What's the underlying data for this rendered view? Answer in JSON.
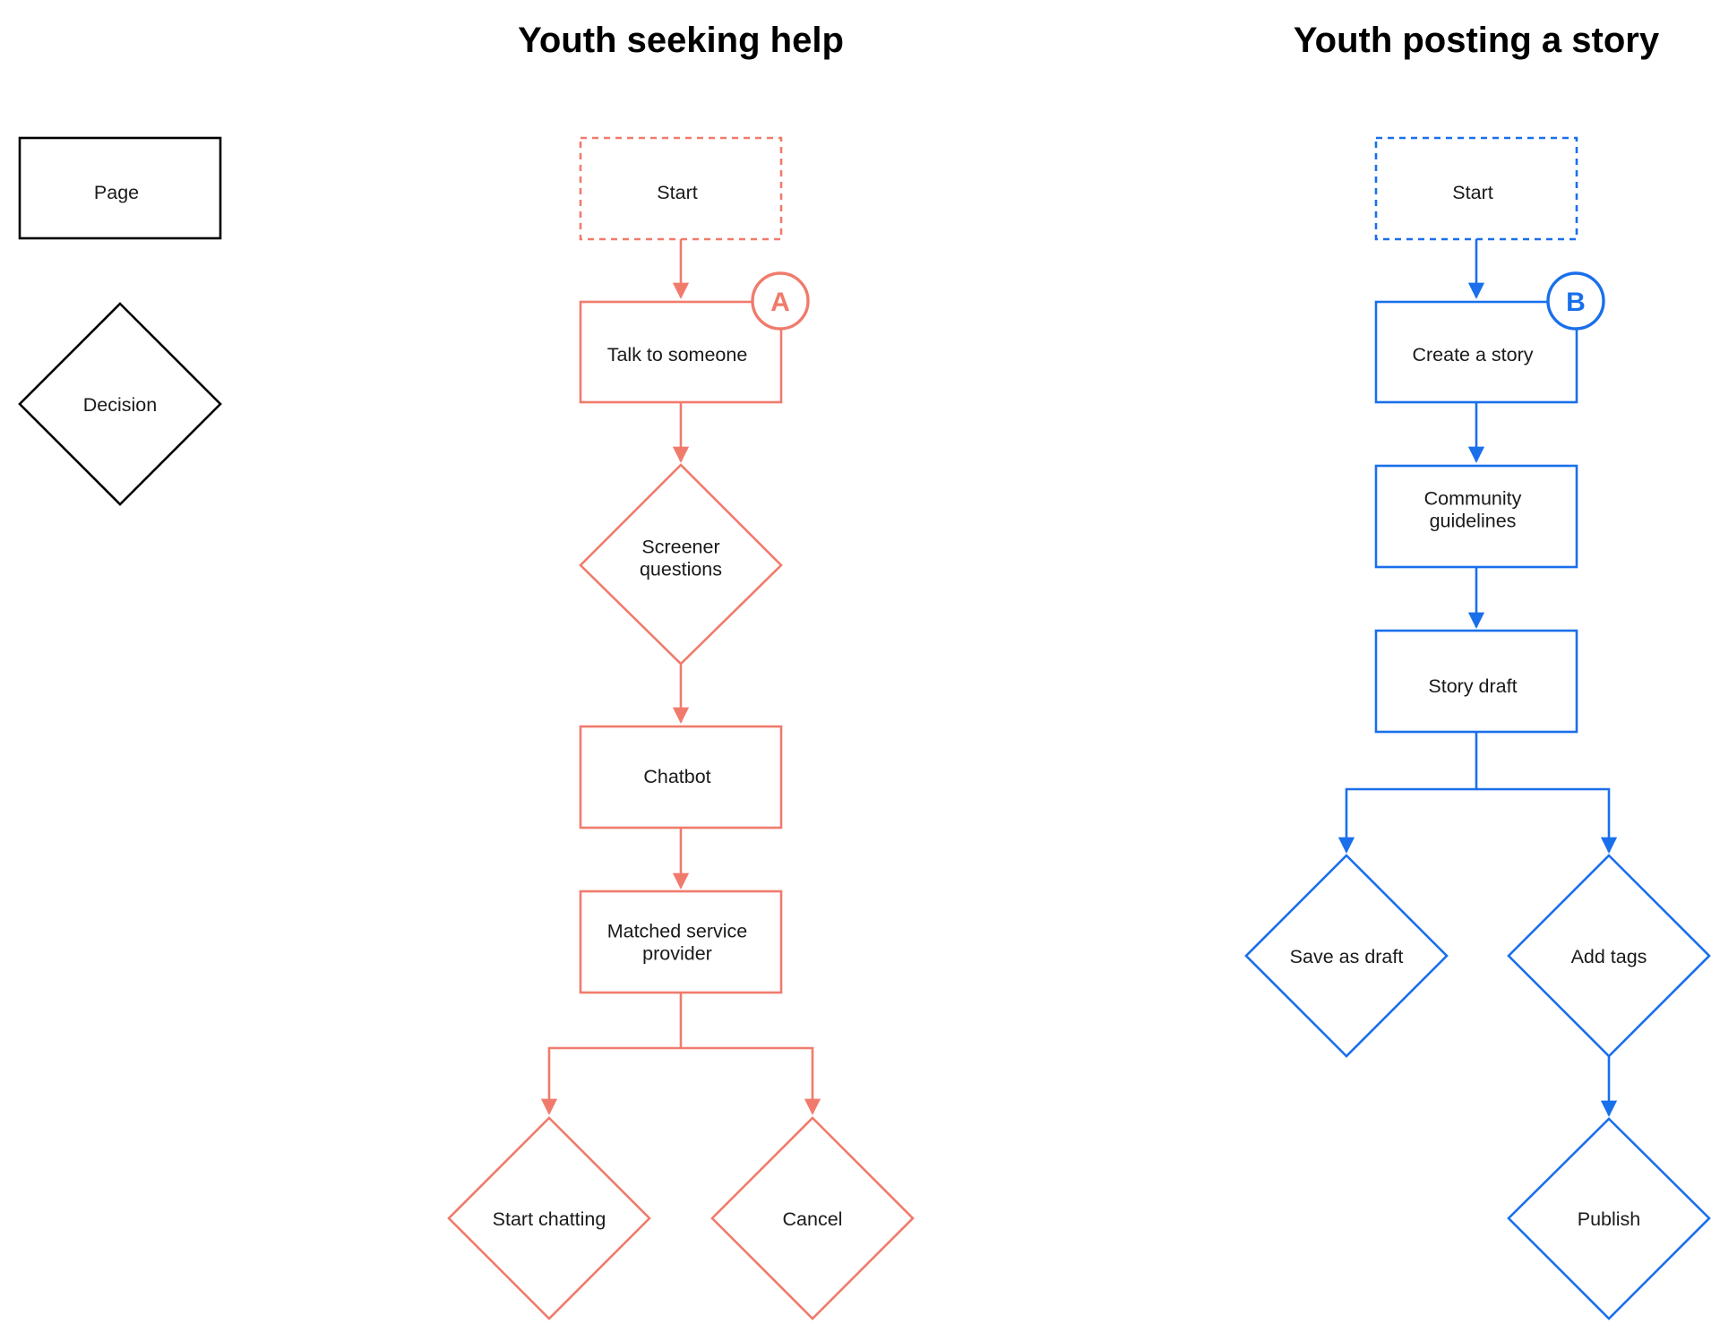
{
  "colors": {
    "legend": "#000000",
    "help": "#F07B6C",
    "story": "#1A6FEB",
    "text": "#1a1a1a"
  },
  "legend": {
    "page_label": "Page",
    "decision_label": "Decision"
  },
  "flows": {
    "help": {
      "title": "Youth seeking help",
      "badge": "A",
      "nodes": {
        "start": "Start",
        "talk": [
          "Talk to someone"
        ],
        "screener": [
          "Screener",
          "questions"
        ],
        "chatbot": [
          "Chatbot"
        ],
        "matched": [
          "Matched service",
          "provider"
        ],
        "start_chatting": [
          "Start chatting"
        ],
        "cancel": [
          "Cancel"
        ]
      }
    },
    "story": {
      "title": "Youth posting a story",
      "badge": "B",
      "nodes": {
        "start": "Start",
        "create": [
          "Create a story"
        ],
        "guidelines": [
          "Community",
          "guidelines"
        ],
        "draft": [
          "Story draft"
        ],
        "save": [
          "Save as draft"
        ],
        "tags": [
          "Add tags"
        ],
        "publish": [
          "Publish"
        ]
      }
    }
  }
}
